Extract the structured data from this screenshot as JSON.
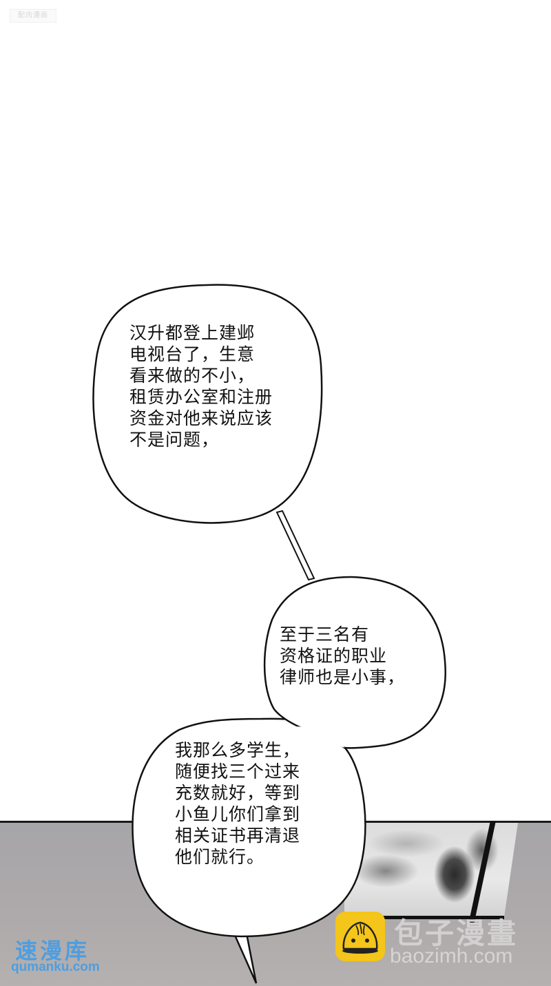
{
  "page": {
    "type": "comic-panel",
    "background_top": "#ffffff",
    "background_bottom": "#aaa8aa"
  },
  "watermarks": {
    "top_left": "配肉漫画",
    "baozi": {
      "cn": "包子漫畫",
      "en": "baozimh.com",
      "logo_color": "#f4c51a"
    },
    "qumanku": {
      "cn": "速漫库",
      "en": "qumanku.com",
      "color": "#4d9ee0"
    }
  },
  "bubbles": [
    {
      "id": "bubble-1",
      "lines": [
        "汉升都登上建邺",
        "电视台了，生意",
        "看来做的不小，",
        "租赁办公室和注册",
        "资金对他来说应该",
        "不是问题，"
      ]
    },
    {
      "id": "bubble-2",
      "lines": [
        "至于三名有",
        "资格证的职业",
        "律师也是小事，"
      ]
    },
    {
      "id": "bubble-3",
      "lines": [
        "我那么多学生，",
        "随便找三个过来",
        "充数就好，等到",
        "小鱼儿你们拿到",
        "相关证书再清退",
        "他们就行。"
      ]
    }
  ]
}
